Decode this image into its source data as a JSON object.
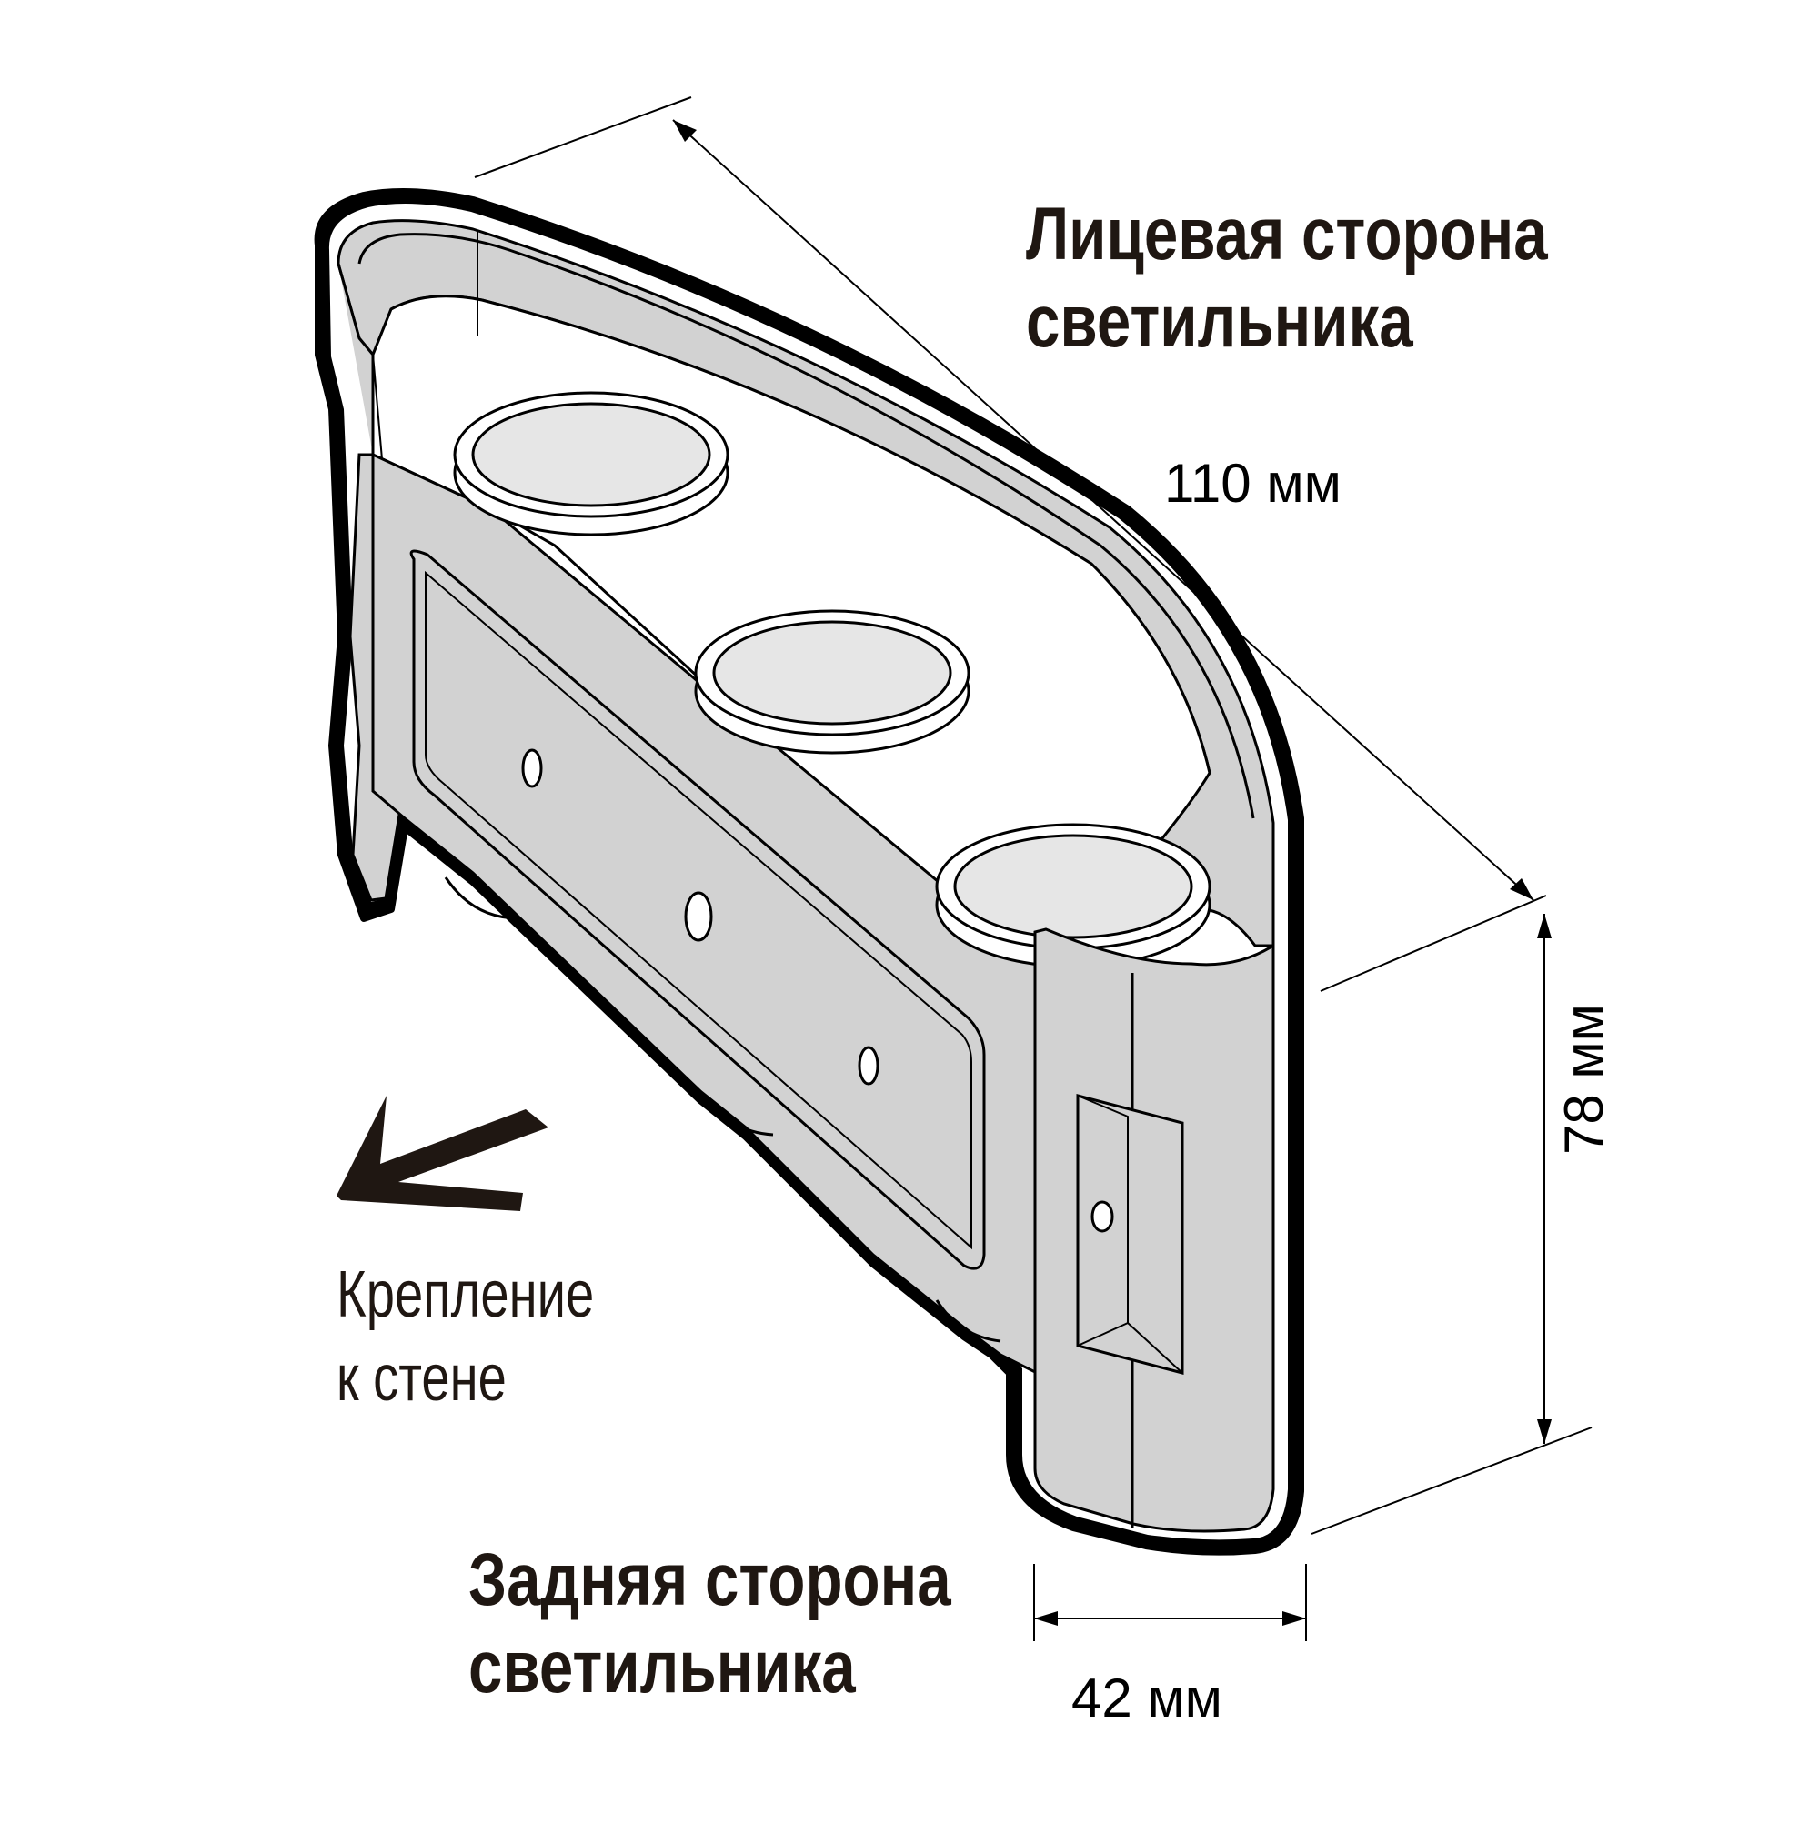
{
  "labels": {
    "front_side_line1": "Лицевая сторона",
    "front_side_line2": "светильника",
    "back_side_line1": "Задняя сторона",
    "back_side_line2": "светильника",
    "wall_mount_line1": "Крепление",
    "wall_mount_line2": "к стене"
  },
  "dimensions": {
    "length": "110 мм",
    "height": "78 мм",
    "depth": "42 мм"
  },
  "colors": {
    "outline": "#000000",
    "body_fill": "#d2d2d2",
    "top_fill": "#ffffff",
    "lens_fill": "#e6e6e6",
    "text": "#1f1712"
  },
  "icons": {
    "arrow": "wall-direction-arrow-icon",
    "lamp": "wall-lamp-drawing"
  }
}
